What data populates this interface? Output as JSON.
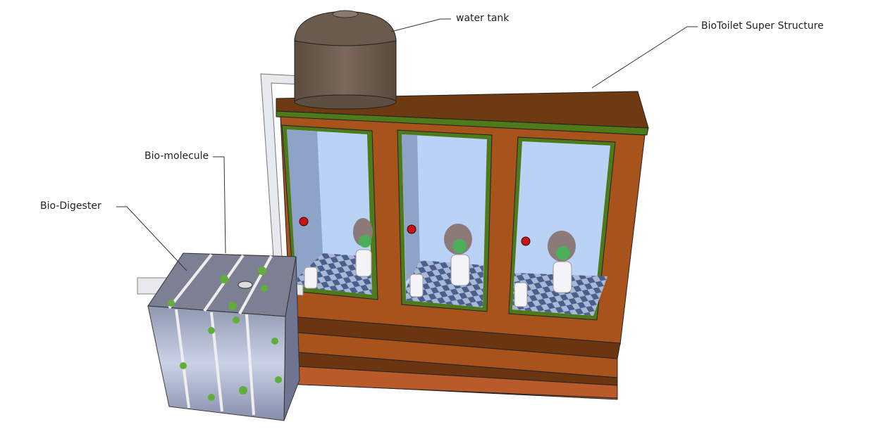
{
  "labels": {
    "water_tank": "water tank",
    "super_structure": "BioToilet Super Structure",
    "bio_molecule": "Bio-molecule",
    "bio_digester": "Bio-Digester"
  },
  "colors": {
    "structure": "#a8521c",
    "roof": "#6e3a12",
    "trim": "#4f7a1a",
    "glass": "#b9d2f5",
    "tank": "#6b5b4c",
    "step_dark": "#6a3510",
    "step_front": "#b85a2a"
  },
  "cubicle_count": 3
}
